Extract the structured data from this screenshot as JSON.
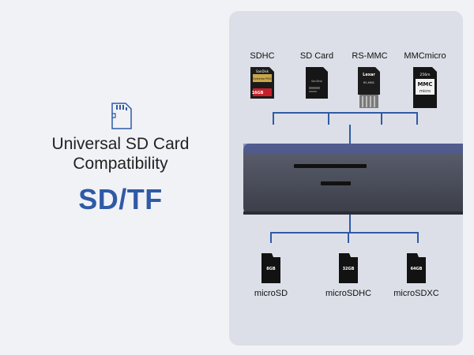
{
  "left": {
    "headline_line1": "Universal SD Card",
    "headline_line2": "Compatibility",
    "badge": "SD/TF"
  },
  "icons": {
    "sd": "sd-card-icon"
  },
  "colors": {
    "accent": "#2f5aa6",
    "panel": "#dcdfe7",
    "background": "#f1f2f6"
  },
  "top_cards": [
    {
      "label": "SDHC",
      "card_brand": "SanDisk",
      "card_capacity": "16GB",
      "card_sub": "Extreme PRO"
    },
    {
      "label": "SD Card",
      "card_brand": "SanDisk"
    },
    {
      "label": "RS-MMC",
      "card_brand": "Lexar",
      "card_sub": "RS-MMC"
    },
    {
      "label": "MMCmicro",
      "card_capacity": "256m",
      "card_sub": "MMC",
      "card_sub2": "micro"
    }
  ],
  "bottom_cards": [
    {
      "label": "microSD",
      "card_capacity": "8GB"
    },
    {
      "label": "microSDHC",
      "card_capacity": "32GB"
    },
    {
      "label": "microSDXC",
      "card_capacity": "64GB"
    }
  ]
}
